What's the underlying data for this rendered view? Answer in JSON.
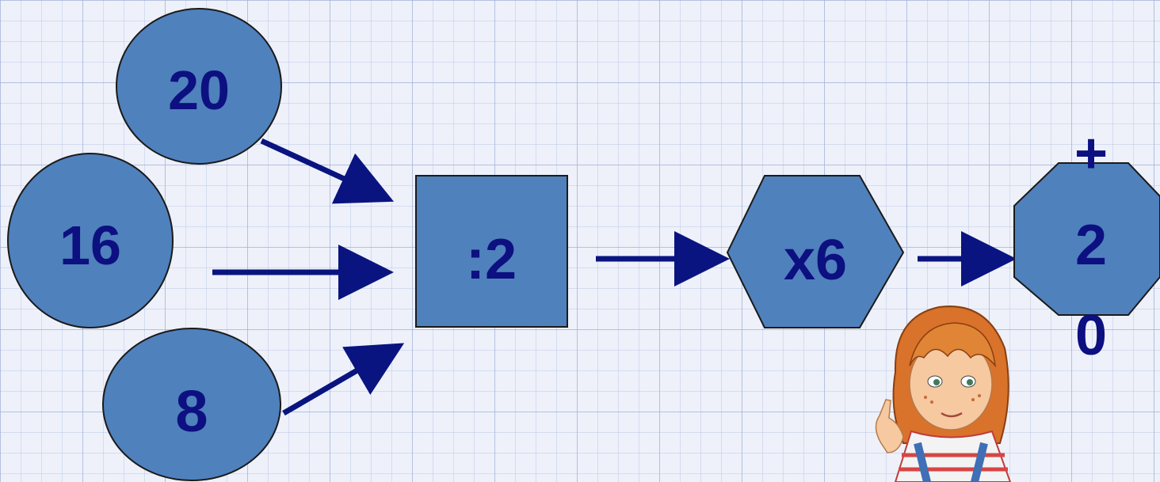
{
  "colors": {
    "grid_background": "#eef1fa",
    "grid_line": "#9fb0d8",
    "shape_fill": "#4f81bd",
    "shape_stroke": "#1a1a1a",
    "arrow": "#0a1480",
    "label_text": "#0d1080"
  },
  "inputs": {
    "top": "20",
    "middle": "16",
    "bottom": "8"
  },
  "operations": {
    "divide": ":2",
    "multiply": "x6",
    "add_sign": "+",
    "add_digit_1": "2",
    "add_digit_2": "0"
  },
  "shapes": {
    "input_nodes": "ellipse",
    "divide_node": "square",
    "multiply_node": "hexagon",
    "add_node": "octagon"
  },
  "illustration": {
    "character": "girl-pointing-finger-up"
  }
}
